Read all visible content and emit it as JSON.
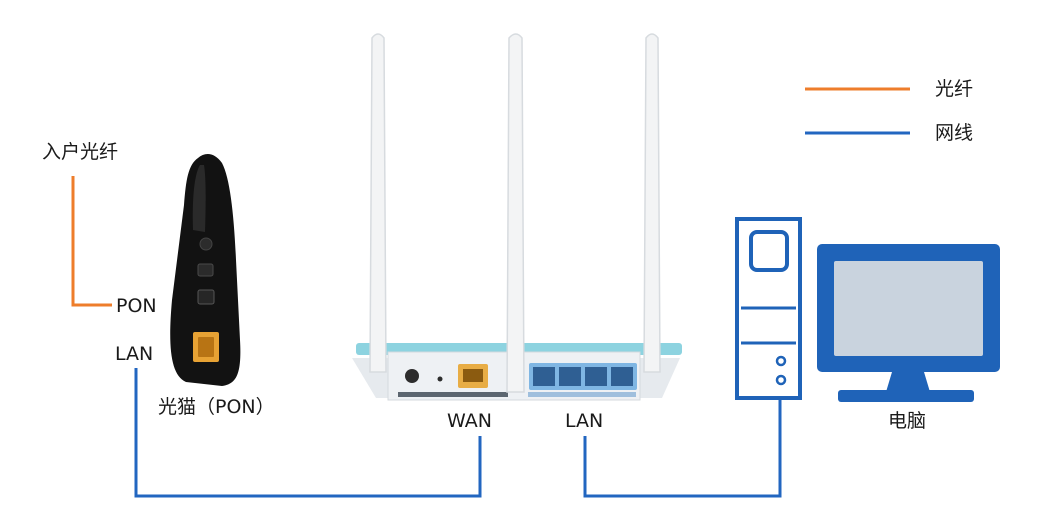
{
  "legend": {
    "items": [
      {
        "label": "光纤",
        "color": "#ee7d2b"
      },
      {
        "label": "网线",
        "color": "#2266c0"
      }
    ]
  },
  "labels": {
    "incoming_fiber": "入户光纤",
    "pon": "PON",
    "modem_lan": "LAN",
    "modem": "光猫（PON）",
    "router_wan": "WAN",
    "router_lan": "LAN",
    "computer": "电脑"
  },
  "colors": {
    "fiber": "#ee7d2b",
    "ethernet": "#2266c0",
    "modem_body": "#121212",
    "router_body": "#eef1f4",
    "router_panel": "#8dd3e0",
    "computer": "#1f63b8",
    "screen": "#c9d3de"
  }
}
